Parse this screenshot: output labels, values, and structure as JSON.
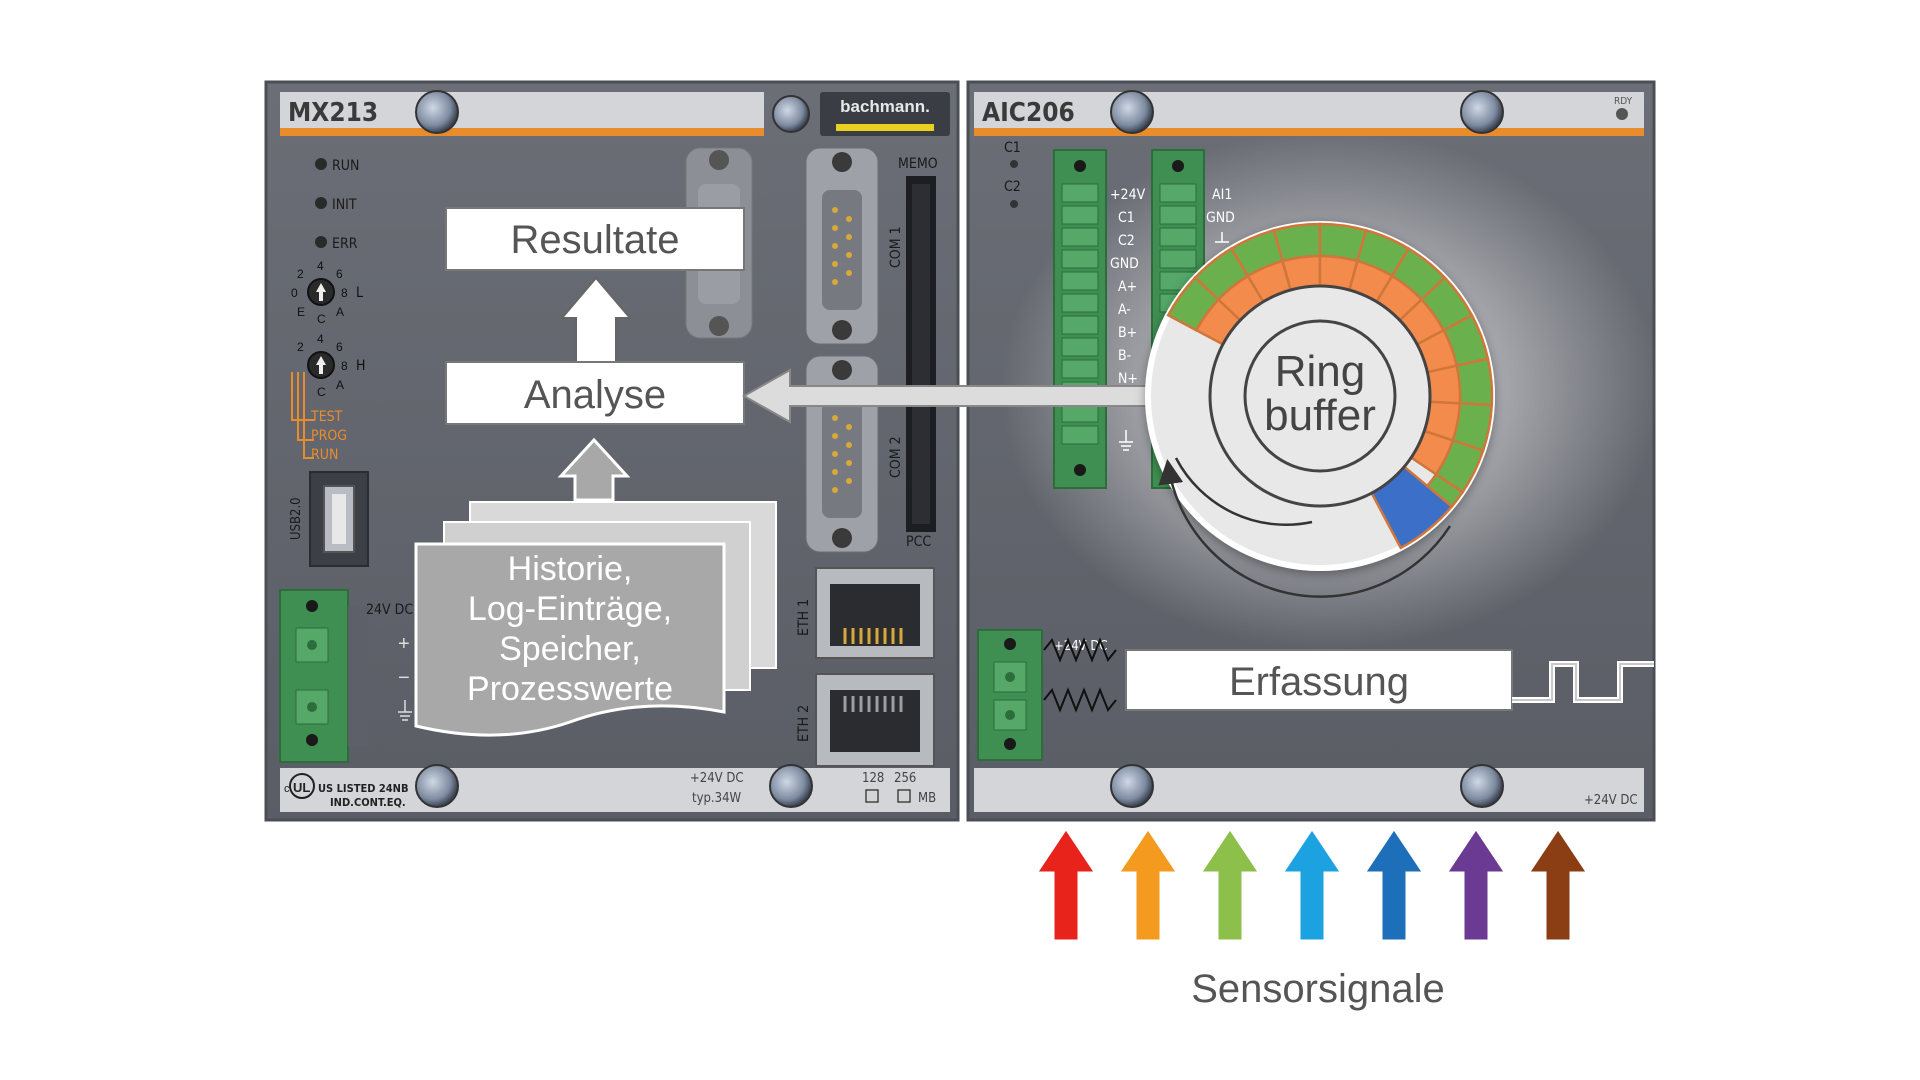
{
  "modules": {
    "left": {
      "name": "MX213",
      "brand": "bachmann.",
      "leds": [
        "RUN",
        "INIT",
        "ERR"
      ],
      "switch_labels": {
        "low": {
          "n0": "0",
          "n2": "2",
          "n4": "4",
          "n6": "6",
          "n8": "8",
          "nE": "E",
          "nC": "C",
          "nA": "A",
          "side": "L"
        },
        "high": {
          "n2": "2",
          "n4": "4",
          "n6": "6",
          "n8": "8",
          "nC": "C",
          "nA": "A",
          "side": "H"
        }
      },
      "modes": [
        "TEST",
        "PROG",
        "RUN"
      ],
      "usb": "USB2.0",
      "power_label": "24V DC",
      "plus": "+",
      "minus": "−",
      "com1": "COM 1",
      "com2": "COM 2",
      "memo": "MEMO",
      "pcc": "PCC",
      "eth1": "ETH 1",
      "eth2": "ETH 2",
      "footer": {
        "ul": "UL",
        "c": "c",
        "listed": "US LISTED 24NB",
        "ind": "IND.CONT.EQ.",
        "supply": "+24V DC",
        "typ": "typ.34W",
        "mem_128": "128",
        "mem_256": "256",
        "mb": "MB"
      }
    },
    "right": {
      "name": "AIC206",
      "rdy": "RDY",
      "c1": "C1",
      "c2": "C2",
      "terminal_labels": [
        "+24V",
        "C1",
        "C2",
        "GND",
        "A+",
        "A-",
        "B+",
        "B-",
        "N+"
      ],
      "ai_labels": [
        "AI1",
        "GND"
      ],
      "power_plus": "+24V DC",
      "footer_supply": "+24V DC"
    }
  },
  "diagram": {
    "resultate": "Resultate",
    "analyse": "Analyse",
    "history": [
      "Historie,",
      "Log-Einträge,",
      "Speicher,",
      "Prozesswerte"
    ],
    "ring_buffer": [
      "Ring",
      "buffer"
    ],
    "erfassung": "Erfassung",
    "sensorsignale": "Sensorsignale"
  },
  "colors": {
    "panel": "#62656d",
    "header": "#d4d5d8",
    "accent_orange": "#e98d2c",
    "ring_green": "#6ab04c",
    "ring_orange": "#f28b4c",
    "ring_blue": "#3c6fc8",
    "terminal_green": "#52a060",
    "arrows": [
      "#e8231c",
      "#f39a1f",
      "#8cc04a",
      "#1da2e1",
      "#1c6fb8",
      "#6b3a92",
      "#8b3e14"
    ]
  }
}
